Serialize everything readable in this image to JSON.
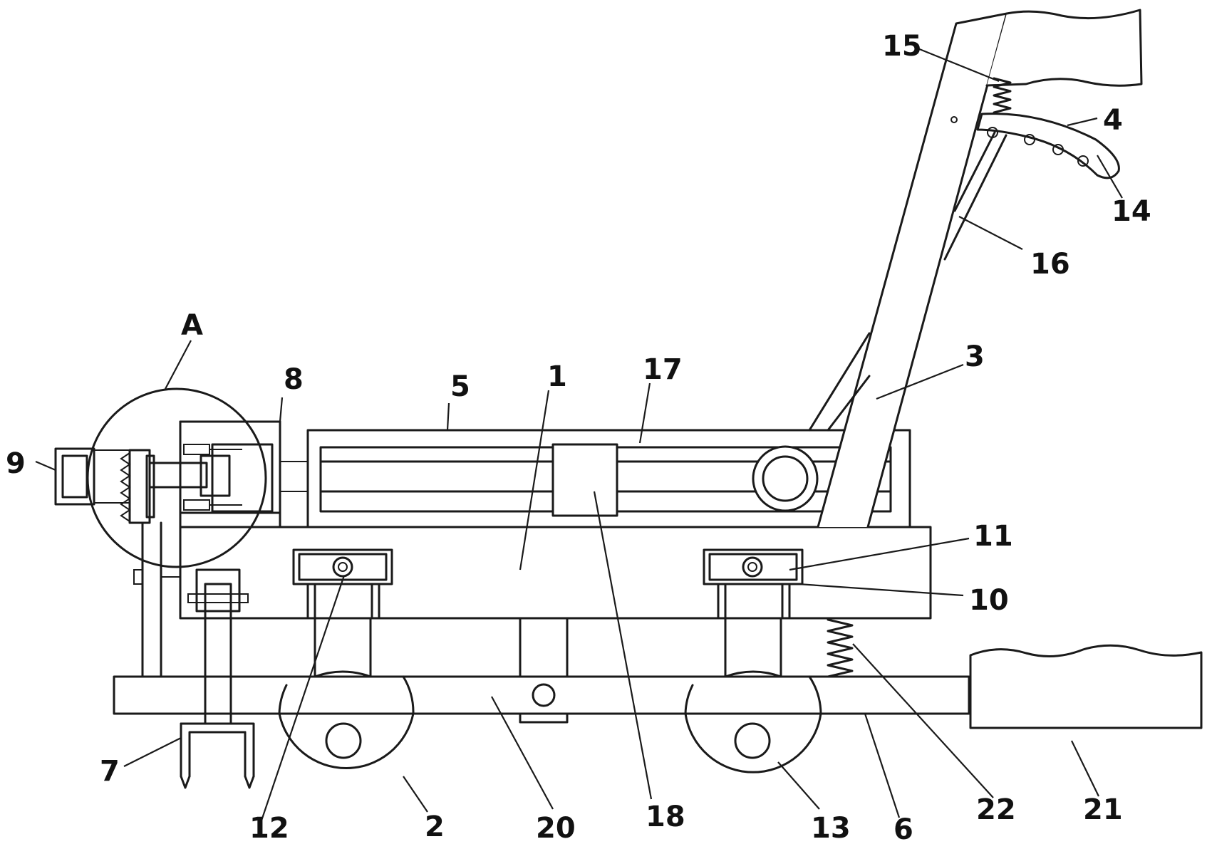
{
  "labels": {
    "A": "A",
    "n1": "1",
    "n2": "2",
    "n3": "3",
    "n4": "4",
    "n5": "5",
    "n6": "6",
    "n7": "7",
    "n8": "8",
    "n9": "9",
    "n10": "10",
    "n11": "11",
    "n12": "12",
    "n13": "13",
    "n14": "14",
    "n15": "15",
    "n16": "16",
    "n17": "17",
    "n18": "18",
    "n20": "20",
    "n21": "21",
    "n22": "22"
  }
}
